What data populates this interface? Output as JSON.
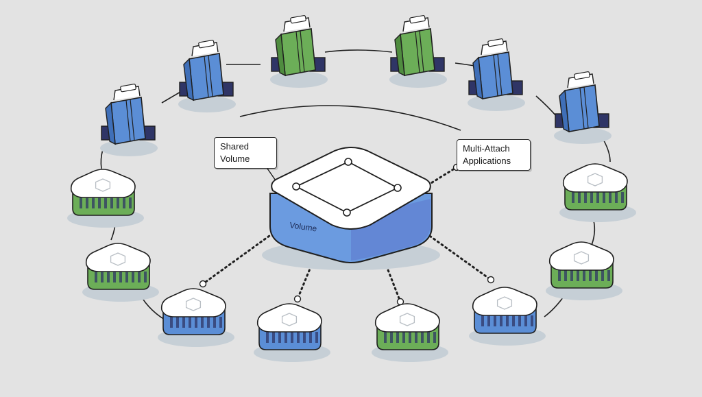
{
  "labels": {
    "shared_volume": "Shared\nVolume",
    "multi_attach": "Multi-Attach\nApplications",
    "volume": "Volume"
  },
  "colors": {
    "background": "#e3e3e3",
    "blue": "#5b8ed6",
    "blue_dark": "#3f6fb8",
    "green": "#6cae58",
    "green_dark": "#4f8c3f",
    "navy": "#2f3566",
    "outline": "#1f1f1f",
    "shadow": "#c6cfd6"
  },
  "diagram": {
    "central_node": {
      "name": "volume",
      "icon": "storage-volume-icon"
    },
    "ring_orbit": "solid-line",
    "spoke_links": "dotted-lines",
    "binders": [
      {
        "color": "blue",
        "icon": "binder-folder-icon"
      },
      {
        "color": "blue",
        "icon": "binder-folder-icon"
      },
      {
        "color": "green",
        "icon": "binder-folder-icon"
      },
      {
        "color": "green",
        "icon": "binder-folder-icon"
      },
      {
        "color": "blue",
        "icon": "binder-folder-icon"
      },
      {
        "color": "blue",
        "icon": "binder-folder-icon"
      }
    ],
    "servers": [
      {
        "color": "green",
        "icon": "server-node-icon"
      },
      {
        "color": "green",
        "icon": "server-node-icon"
      },
      {
        "color": "blue",
        "icon": "server-node-icon"
      },
      {
        "color": "blue",
        "icon": "server-node-icon"
      },
      {
        "color": "green",
        "icon": "server-node-icon"
      },
      {
        "color": "blue",
        "icon": "server-node-icon"
      },
      {
        "color": "green",
        "icon": "server-node-icon"
      },
      {
        "color": "green",
        "icon": "server-node-icon"
      }
    ]
  }
}
